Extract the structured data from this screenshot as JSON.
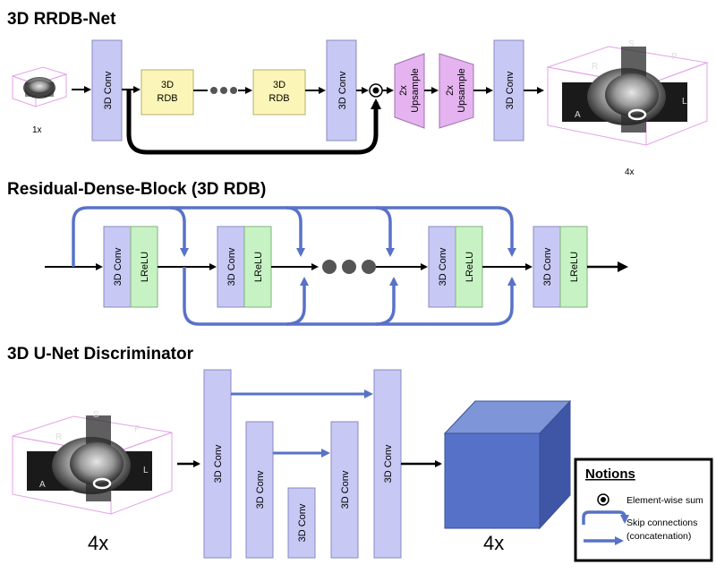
{
  "titles": {
    "rrdb": "3D RRDB-Net",
    "rdb": "Residual-Dense-Block (3D RDB)",
    "unet": "3D U-Net Discriminator"
  },
  "labels": {
    "conv": "3D Conv",
    "rdb_line1": "3D",
    "rdb_line2": "RDB",
    "upsample_line1": "2x",
    "upsample_line2": "Upsample",
    "lrelu": "LReLU",
    "input_scale": "1x",
    "output_scale": "4x",
    "disc_input_scale": "4x",
    "disc_output_scale": "4x"
  },
  "axes": {
    "s": "S",
    "r": "R",
    "p": "P",
    "a": "A",
    "l": "L"
  },
  "notions": {
    "title": "Notions",
    "sum": "Element-wise sum",
    "skip_line1": "Skip connections",
    "skip_line2": "(concatenation)"
  },
  "colors": {
    "conv": "#c8c8f5",
    "rdb": "#fbf6b8",
    "upsample": "#e5b3f0",
    "lrelu": "#c7f3c4",
    "skip": "#5872c7",
    "cube_front": "#5672c8",
    "cube_top": "#7e95d8",
    "cube_side": "#3f56a6"
  }
}
